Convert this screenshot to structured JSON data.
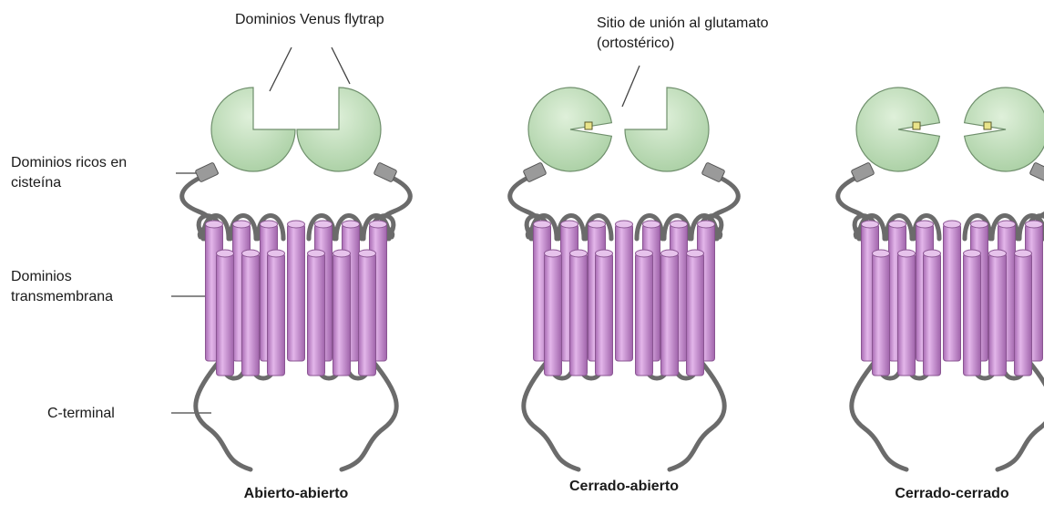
{
  "labels": {
    "venus_flytrap": "Dominios Venus flytrap",
    "binding_site_line1": "Sitio de unión al glutamato",
    "binding_site_line2": "(ortostérico)",
    "cysteine_line1": "Dominios ricos en",
    "cysteine_line2": "cisteína",
    "transmembrane_line1": "Dominios",
    "transmembrane_line2": "transmembrana",
    "c_terminal": "C-terminal"
  },
  "states": [
    {
      "label": "Abierto-abierto",
      "left_lobe": "open",
      "right_lobe": "open"
    },
    {
      "label": "Cerrado-abierto",
      "left_lobe": "closed",
      "right_lobe": "open"
    },
    {
      "label": "Cerrado-cerrado",
      "left_lobe": "closed",
      "right_lobe": "closed"
    }
  ],
  "colors": {
    "venus_flytrap": "#b9d9b4",
    "venus_flytrap_stroke": "#6f8f6c",
    "helix": "#c98fd2",
    "helix_stroke": "#8a5592",
    "loop": "#6b6b6b",
    "cysteine_rich": "#9a9a9a",
    "ligand": "#e9e48a",
    "text": "#1a1a1a"
  }
}
